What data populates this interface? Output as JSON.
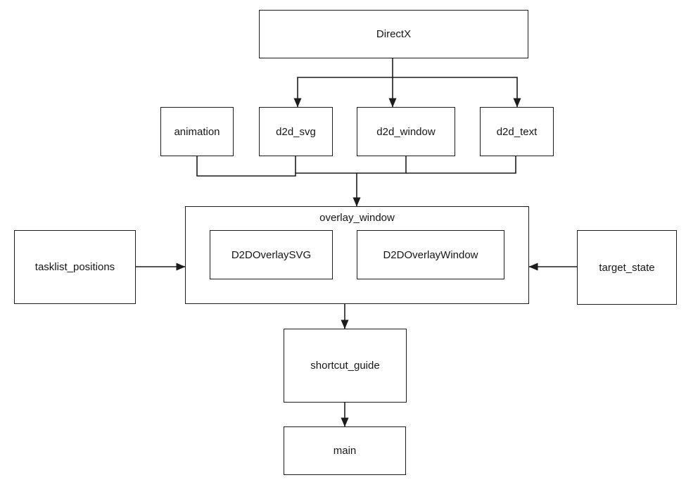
{
  "diagram": {
    "background_color": "#ffffff",
    "line_color": "#1c1c1c",
    "text_color": "#161616",
    "nodes": {
      "directx": {
        "label": "DirectX"
      },
      "animation": {
        "label": "animation"
      },
      "d2d_svg": {
        "label": "d2d_svg"
      },
      "d2d_window": {
        "label": "d2d_window"
      },
      "d2d_text": {
        "label": "d2d_text"
      },
      "overlay_window": {
        "label": "overlay_window"
      },
      "d2d_overlay_svg": {
        "label": "D2DOverlaySVG"
      },
      "d2d_overlay_window": {
        "label": "D2DOverlayWindow"
      },
      "tasklist_positions": {
        "label": "tasklist_positions"
      },
      "target_state": {
        "label": "target_state"
      },
      "shortcut_guide": {
        "label": "shortcut_guide"
      },
      "main": {
        "label": "main"
      }
    },
    "edges": [
      {
        "from": "DirectX",
        "to": "d2d_svg"
      },
      {
        "from": "DirectX",
        "to": "d2d_window"
      },
      {
        "from": "DirectX",
        "to": "d2d_text"
      },
      {
        "from": "animation",
        "to": "overlay_window"
      },
      {
        "from": "d2d_svg",
        "to": "overlay_window"
      },
      {
        "from": "d2d_window",
        "to": "overlay_window"
      },
      {
        "from": "d2d_text",
        "to": "overlay_window"
      },
      {
        "from": "tasklist_positions",
        "to": "overlay_window"
      },
      {
        "from": "target_state",
        "to": "overlay_window"
      },
      {
        "from": "overlay_window",
        "to": "shortcut_guide"
      },
      {
        "from": "shortcut_guide",
        "to": "main"
      }
    ]
  }
}
